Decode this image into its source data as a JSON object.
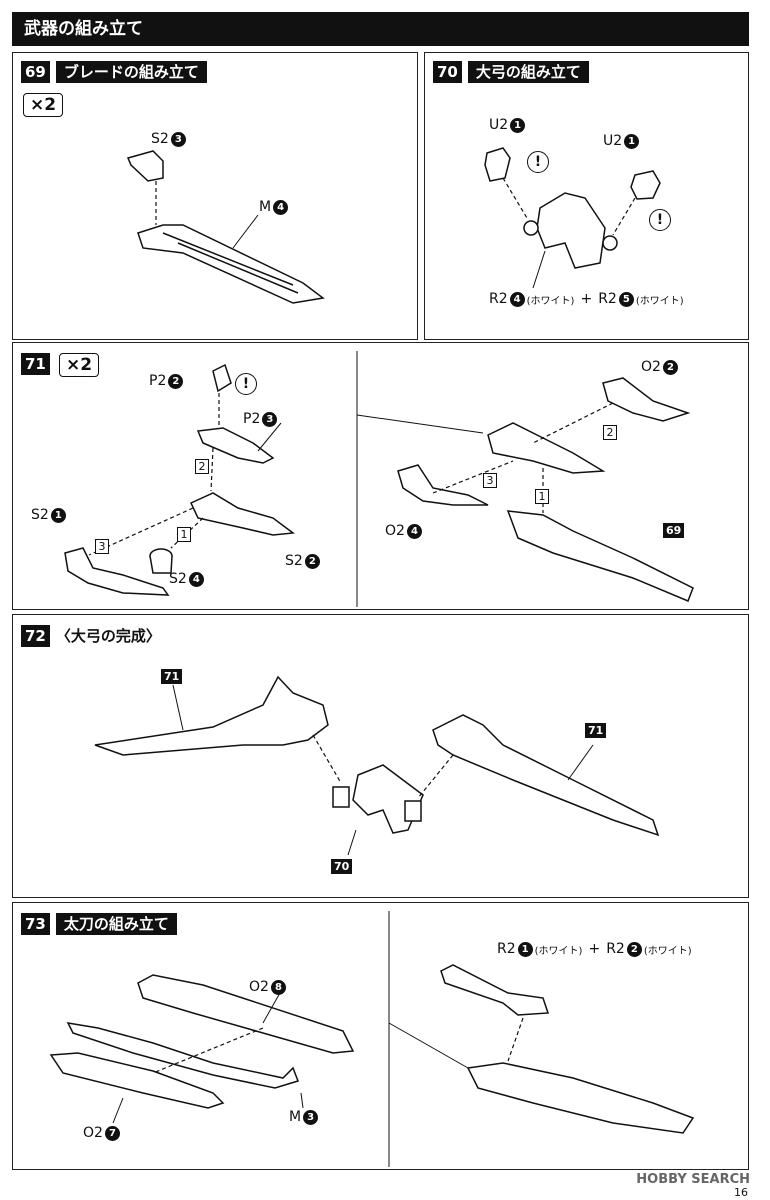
{
  "header": {
    "title": "武器の組み立て"
  },
  "step69": {
    "num": "69",
    "title": "ブレードの組み立て",
    "multiplier": "×2",
    "labels": {
      "s2_3": "S2",
      "s2_3_n": "3",
      "m4": "M",
      "m4_n": "4"
    }
  },
  "step70": {
    "num": "70",
    "title": "大弓の組み立て",
    "labels": {
      "u2_left": "U2",
      "u2_left_n": "1",
      "u2_right": "U2",
      "u2_right_n": "1",
      "r2a": "R2",
      "r2a_n": "4",
      "r2a_note": "(ホワイト)",
      "plus": "+",
      "r2b": "R2",
      "r2b_n": "5",
      "r2b_note": "(ホワイト)"
    },
    "warn": "!"
  },
  "step71": {
    "num": "71",
    "multiplier": "×2",
    "labels": {
      "p2_2": "P2",
      "p2_2_n": "2",
      "p2_3": "P2",
      "p2_3_n": "3",
      "s2_1": "S2",
      "s2_1_n": "1",
      "s2_2": "S2",
      "s2_2_n": "2",
      "s2_4": "S2",
      "s2_4_n": "4",
      "o2_2": "O2",
      "o2_2_n": "2",
      "o2_4": "O2",
      "o2_4_n": "4"
    },
    "callout": "69",
    "steps": [
      "1",
      "2",
      "3"
    ],
    "warn": "!"
  },
  "step72": {
    "num": "72",
    "title": "〈大弓の完成〉",
    "callouts": [
      "71",
      "71",
      "70"
    ]
  },
  "step73": {
    "num": "73",
    "title": "太刀の組み立て",
    "labels": {
      "o2_8": "O2",
      "o2_8_n": "8",
      "m3": "M",
      "m3_n": "3",
      "o2_7": "O2",
      "o2_7_n": "7",
      "r2a": "R2",
      "r2a_n": "1",
      "r2a_note": "(ホワイト)",
      "plus": "+",
      "r2b": "R2",
      "r2b_n": "2",
      "r2b_note": "(ホワイト)"
    }
  },
  "footer": {
    "watermark": "HOBBY SEARCH",
    "page": "16"
  }
}
